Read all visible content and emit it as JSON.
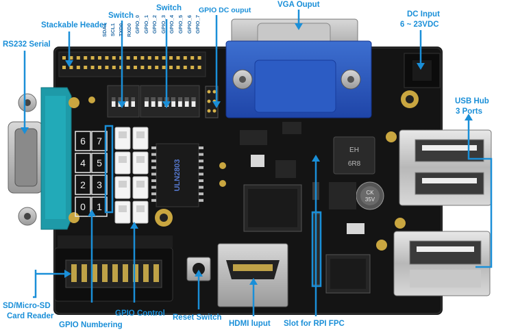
{
  "labels": {
    "stackable_header": "Stackable Header",
    "rs232": "RS232 Serial",
    "switch1": "Switch",
    "switch2": "Switch",
    "gpio_dc": "GPIO DC ouput",
    "vga": "VGA Ouput",
    "dc_input_line1": "DC Input",
    "dc_input_line2": "6 ~ 23VDC",
    "usb_hub_line1": "USB Hub",
    "usb_hub_line2": "3 Ports",
    "sd_line1": "SD/Micro-SD",
    "sd_line2": "Card Reader",
    "gpio_numbering": "GPIO Numbering",
    "gpio_control": "GPIO Control",
    "reset_switch": "Reset Switch",
    "hdmi": "HDMI luput",
    "slot_fpc": "Slot for RPI FPC"
  },
  "switch1_pins": [
    "SDA1",
    "SCL1",
    "TXD0",
    "RXD0"
  ],
  "switch2_pins": [
    "GPIO_0",
    "GPIO_1",
    "GPIO_2",
    "GPIO_3",
    "GPIO_4",
    "GPIO_5",
    "GPIO_6",
    "GPIO_7"
  ],
  "gpio_numbers": [
    "7",
    "6",
    "5",
    "4",
    "3",
    "2",
    "1",
    "0"
  ],
  "chip_uln": "ULN2803",
  "inductor_mark": "6R8",
  "inductor_mark_top": "EH",
  "cap_mark_1": "CK",
  "cap_mark_2": "35V",
  "accent_color": "#1a8fd8",
  "board_color": "#141414"
}
